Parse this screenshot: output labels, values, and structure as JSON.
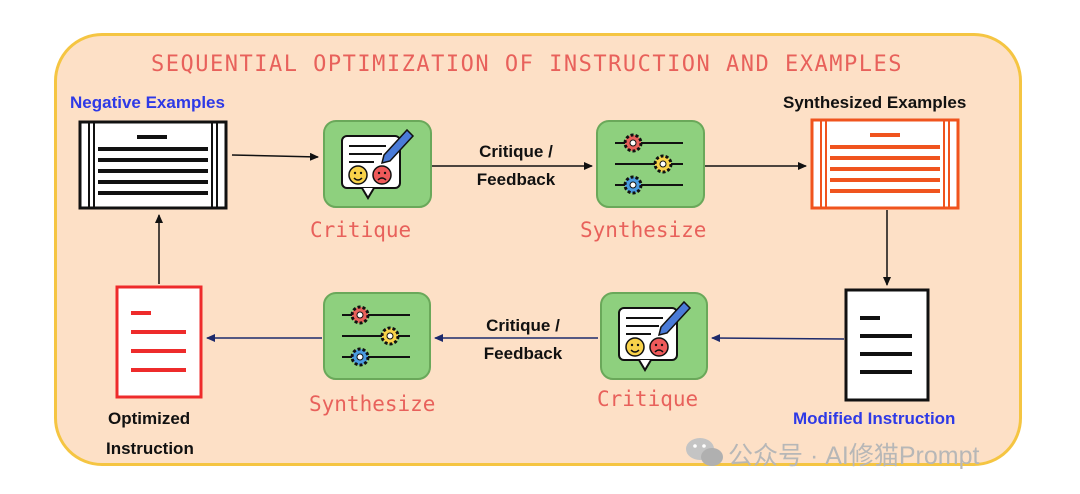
{
  "title": "SEQUENTIAL OPTIMIZATION OF INSTRUCTION AND EXAMPLES",
  "nodes": {
    "negative_examples": "Negative Examples",
    "synthesized_examples": "Synthesized Examples",
    "modified_instruction": "Modified Instruction",
    "optimized_instruction_line1": "Optimized",
    "optimized_instruction_line2": "Instruction"
  },
  "steps": {
    "critique_top": "Critique",
    "synthesize_top": "Synthesize",
    "critique_bottom": "Critique",
    "synthesize_bottom": "Synthesize"
  },
  "edges": {
    "top_line1": "Critique /",
    "top_line2": "Feedback",
    "bottom_line1": "Critique /",
    "bottom_line2": "Feedback"
  },
  "watermark": "公众号 · AI修猫Prompt",
  "colors": {
    "panel_fill": "#fde0c6",
    "panel_border": "#f5c542",
    "accent_red": "#e8615b",
    "label_blue": "#2e39e6",
    "step_green": "#8ed07e",
    "synth_orange": "#f0541e"
  }
}
